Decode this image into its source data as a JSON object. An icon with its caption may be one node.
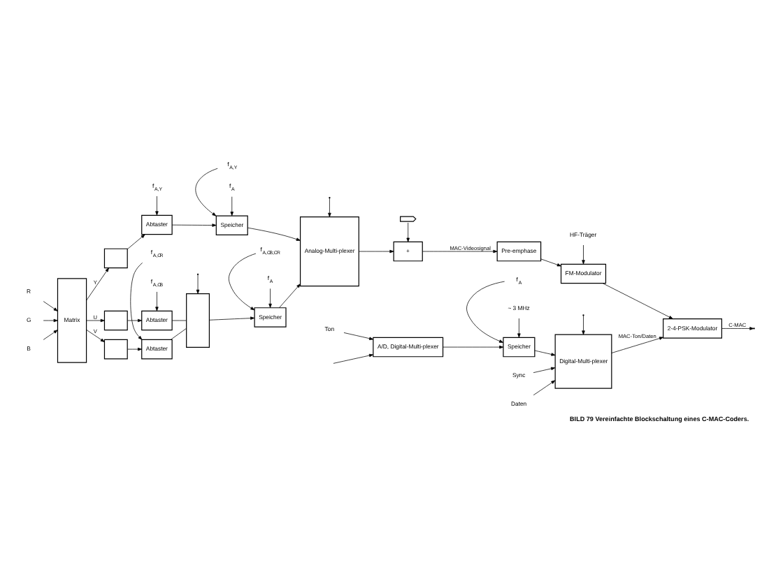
{
  "diagram": {
    "caption": "BILD 79 Vereinfachte Blockschaltung eines C-MAC-Coders.",
    "nodes": [
      {
        "text": [
          "R"
        ]
      },
      {
        "text": [
          "G"
        ]
      },
      {
        "text": [
          "B"
        ]
      },
      {
        "text": [
          "Matrix"
        ]
      },
      {
        "text": [],
        "shape": "box"
      },
      {
        "text": [],
        "shape": "box"
      },
      {
        "text": [],
        "shape": "box"
      },
      {
        "text": [
          "Abtaster"
        ]
      },
      {
        "text": [
          "Abtaster"
        ]
      },
      {
        "text": [
          "Abtaster"
        ]
      },
      {
        "text": [],
        "shape": "box"
      },
      {
        "text": [
          "Speicher"
        ]
      },
      {
        "text": [
          "Speicher"
        ]
      },
      {
        "text": [
          "Analog-Multi-plexer"
        ]
      },
      {
        "text": [
          "+"
        ]
      },
      {
        "text": [
          "Pre-emphase"
        ]
      },
      {
        "text": [
          "FM-Modulator"
        ]
      },
      {
        "text": [
          "2-4-PSK-Modulator"
        ]
      },
      {
        "text": [
          "Ton"
        ]
      },
      {
        "text": [
          "A/D, Digital-Multi-plexer"
        ]
      },
      {
        "text": [
          "Speicher"
        ]
      },
      {
        "text": [
          "Digital-Multi-plexer"
        ]
      },
      {
        "text": [
          "Daten"
        ]
      },
      {
        "text": [
          "Sync"
        ]
      },
      {
        "text": [
          "f$_{A,Y}$"
        ]
      },
      {
        "text": [
          "f$_{A,C}$$_{B}$"
        ]
      },
      {
        "text": [
          "f$_{A,C}$$_{R}$"
        ]
      },
      {
        "text": [
          "f$_{A,Y}$"
        ]
      },
      {
        "text": [
          "f$_{A}$"
        ]
      },
      {
        "text": [
          "f$_{A,C}$$_{B}$$_{;C}$$_{R}$"
        ]
      },
      {
        "text": [
          "f$_{A}$"
        ]
      },
      {
        "text": [],
        "shape": "sawtooth"
      },
      {
        "text": [
          "HF-Träger"
        ]
      },
      {
        "text": [
          "~ 3 MHz"
        ]
      },
      {
        "text": [
          "f$_{A}$"
        ]
      }
    ],
    "edges": [
      {
        "from": 0,
        "to": 3,
        "arrow": "to"
      },
      {
        "from": 1,
        "to": 3,
        "arrow": "to"
      },
      {
        "from": 2,
        "to": 3,
        "arrow": "to"
      },
      {
        "from": 3,
        "to": 4,
        "arrow": "to",
        "label": "Y"
      },
      {
        "from": 3,
        "to": 5,
        "arrow": "to",
        "label": "U"
      },
      {
        "from": 3,
        "to": 6,
        "arrow": "to",
        "label": "V"
      },
      {
        "from": 4,
        "to": 7,
        "arrow": "to"
      },
      {
        "from": 5,
        "to": 8,
        "arrow": "to"
      },
      {
        "from": 6,
        "to": 9,
        "arrow": "to"
      },
      {
        "from": 7,
        "to": 11,
        "arrow": "to"
      },
      {
        "from": 8,
        "to": 10,
        "arrow": "none"
      },
      {
        "from": 9,
        "to": 10,
        "arrow": "none"
      },
      {
        "from": 10,
        "to": 12,
        "arrow": "to"
      },
      {
        "from": 11,
        "to": 13,
        "arrow": "to"
      },
      {
        "from": 12,
        "to": 13,
        "arrow": "to"
      },
      {
        "from": 13,
        "to": 14,
        "arrow": "to"
      },
      {
        "from": 14,
        "to": 15,
        "arrow": "to",
        "label": "MAC-Videosignal"
      },
      {
        "from": 15,
        "to": 16,
        "arrow": "to"
      },
      {
        "from": 16,
        "to": 17,
        "arrow": "to"
      },
      {
        "from": 17,
        "to": null,
        "arrow": "to",
        "label": "C-MAC"
      },
      {
        "from": 18,
        "to": 19,
        "arrow": "to"
      },
      {
        "from": null,
        "to": 19,
        "arrow": "to"
      },
      {
        "from": 19,
        "to": 20,
        "arrow": "to"
      },
      {
        "from": 20,
        "to": 21,
        "arrow": "to"
      },
      {
        "from": 22,
        "to": 21,
        "arrow": "to"
      },
      {
        "from": 23,
        "to": 21,
        "arrow": "to"
      },
      {
        "from": 21,
        "to": 17,
        "arrow": "to",
        "label": "MAC-Ton/Daten"
      },
      {
        "from": 24,
        "to": 7,
        "arrow": "to"
      },
      {
        "from": 25,
        "to": 8,
        "arrow": "to"
      },
      {
        "from": 26,
        "to": 9,
        "arrow": "to"
      },
      {
        "from": null,
        "to": 10,
        "arrow": "to"
      },
      {
        "from": 27,
        "to": 11,
        "arrow": "to"
      },
      {
        "from": 28,
        "to": 11,
        "arrow": "to"
      },
      {
        "from": 29,
        "to": 12,
        "arrow": "to"
      },
      {
        "from": 30,
        "to": 12,
        "arrow": "to"
      },
      {
        "from": null,
        "to": 13,
        "arrow": "to"
      },
      {
        "from": 31,
        "to": 14,
        "arrow": "to"
      },
      {
        "from": 32,
        "to": 16,
        "arrow": "to"
      },
      {
        "from": 33,
        "to": 20,
        "arrow": "to"
      },
      {
        "from": 34,
        "to": 20,
        "arrow": "to"
      },
      {
        "from": null,
        "to": 21,
        "arrow": "to"
      }
    ]
  }
}
